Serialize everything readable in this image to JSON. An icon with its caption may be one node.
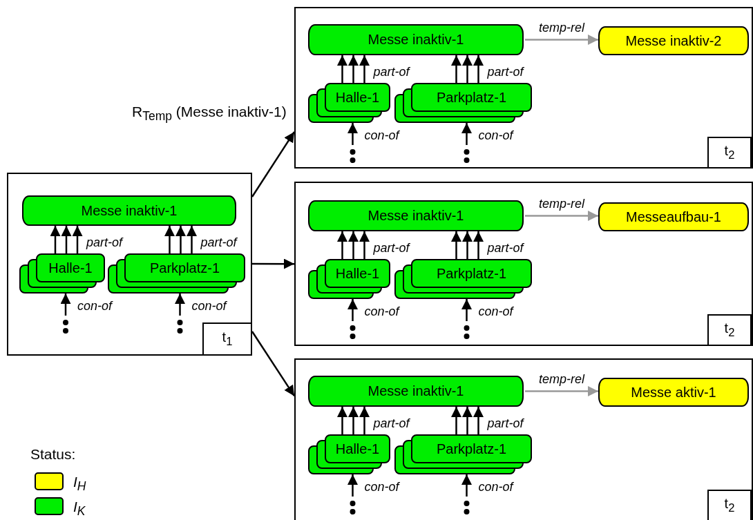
{
  "diagram": {
    "nodes": [
      {
        "text": [],
        "shape": "box"
      },
      {
        "text": [
          "Messe inaktiv-1"
        ],
        "in": 0
      },
      {
        "text": [
          "Halle-1"
        ],
        "in": 0
      },
      {
        "text": [
          "Parkplatz-1"
        ],
        "in": 0
      },
      {
        "text": [
          "t$_{1}$"
        ],
        "in": 0
      },
      {
        "text": [],
        "shape": "box"
      },
      {
        "text": [
          "Messe inaktiv-1"
        ],
        "in": 5
      },
      {
        "text": [
          "Messe inaktiv-2"
        ],
        "in": 5
      },
      {
        "text": [
          "Halle-1"
        ],
        "in": 5
      },
      {
        "text": [
          "Parkplatz-1"
        ],
        "in": 5
      },
      {
        "text": [
          "t$_{2}$"
        ],
        "in": 5
      },
      {
        "text": [],
        "shape": "box"
      },
      {
        "text": [
          "Messe inaktiv-1"
        ],
        "in": 11
      },
      {
        "text": [
          "Messeaufbau-1"
        ],
        "in": 11
      },
      {
        "text": [
          "Halle-1"
        ],
        "in": 11
      },
      {
        "text": [
          "Parkplatz-1"
        ],
        "in": 11
      },
      {
        "text": [
          "t$_{2}$"
        ],
        "in": 11
      },
      {
        "text": [],
        "shape": "box"
      },
      {
        "text": [
          "Messe inaktiv-1"
        ],
        "in": 17
      },
      {
        "text": [
          "Messe aktiv-1"
        ],
        "in": 17
      },
      {
        "text": [
          "Halle-1"
        ],
        "in": 17
      },
      {
        "text": [
          "Parkplatz-1"
        ],
        "in": 17
      },
      {
        "text": [
          "t$_{2}$"
        ],
        "in": 17
      }
    ],
    "edges": [
      {
        "from": 2,
        "to": 1,
        "arrow": "to"
      },
      {
        "from": 2,
        "to": 1,
        "arrow": "to"
      },
      {
        "from": 2,
        "to": 1,
        "arrow": "to",
        "label": "part-of"
      },
      {
        "from": 3,
        "to": 1,
        "arrow": "to"
      },
      {
        "from": 3,
        "to": 1,
        "arrow": "to"
      },
      {
        "from": 3,
        "to": 1,
        "arrow": "to",
        "label": "part-of"
      },
      {
        "from": null,
        "to": 2,
        "arrow": "to",
        "label": "con-of"
      },
      {
        "from": null,
        "to": 3,
        "arrow": "to",
        "label": "con-of"
      },
      {
        "from": 0,
        "to": 5,
        "arrow": "to",
        "label": "R$_{Temp}$ (Messe inaktiv-1)"
      },
      {
        "from": 0,
        "to": 11,
        "arrow": "to"
      },
      {
        "from": 0,
        "to": 17,
        "arrow": "to"
      },
      {
        "from": 8,
        "to": 6,
        "arrow": "to"
      },
      {
        "from": 8,
        "to": 6,
        "arrow": "to"
      },
      {
        "from": 8,
        "to": 6,
        "arrow": "to",
        "label": "part-of"
      },
      {
        "from": 9,
        "to": 6,
        "arrow": "to"
      },
      {
        "from": 9,
        "to": 6,
        "arrow": "to"
      },
      {
        "from": 9,
        "to": 6,
        "arrow": "to",
        "label": "part-of"
      },
      {
        "from": null,
        "to": 8,
        "arrow": "to",
        "label": "con-of"
      },
      {
        "from": null,
        "to": 9,
        "arrow": "to",
        "label": "con-of"
      },
      {
        "from": 6,
        "to": 7,
        "arrow": "to",
        "label": "temp-rel",
        "color": "#999999"
      },
      {
        "from": 14,
        "to": 12,
        "arrow": "to"
      },
      {
        "from": 14,
        "to": 12,
        "arrow": "to"
      },
      {
        "from": 14,
        "to": 12,
        "arrow": "to",
        "label": "part-of"
      },
      {
        "from": 15,
        "to": 12,
        "arrow": "to"
      },
      {
        "from": 15,
        "to": 12,
        "arrow": "to"
      },
      {
        "from": 15,
        "to": 12,
        "arrow": "to",
        "label": "part-of"
      },
      {
        "from": null,
        "to": 14,
        "arrow": "to",
        "label": "con-of"
      },
      {
        "from": null,
        "to": 15,
        "arrow": "to",
        "label": "con-of"
      },
      {
        "from": 12,
        "to": 13,
        "arrow": "to",
        "label": "temp-rel",
        "color": "#999999"
      },
      {
        "from": 20,
        "to": 18,
        "arrow": "to"
      },
      {
        "from": 20,
        "to": 18,
        "arrow": "to"
      },
      {
        "from": 20,
        "to": 18,
        "arrow": "to",
        "label": "part-of"
      },
      {
        "from": 21,
        "to": 18,
        "arrow": "to"
      },
      {
        "from": 21,
        "to": 18,
        "arrow": "to"
      },
      {
        "from": 21,
        "to": 18,
        "arrow": "to",
        "label": "part-of"
      },
      {
        "from": null,
        "to": 20,
        "arrow": "to",
        "label": "con-of"
      },
      {
        "from": null,
        "to": 21,
        "arrow": "to",
        "label": "con-of"
      },
      {
        "from": 18,
        "to": 19,
        "arrow": "to",
        "label": "temp-rel",
        "color": "#999999"
      }
    ],
    "labels": [
      "Status:"
    ],
    "legend": [
      {
        "text": "I$_{H}$",
        "color": "#ffff00"
      },
      {
        "text": "I$_{K}$",
        "color": "#00ee00"
      }
    ]
  }
}
